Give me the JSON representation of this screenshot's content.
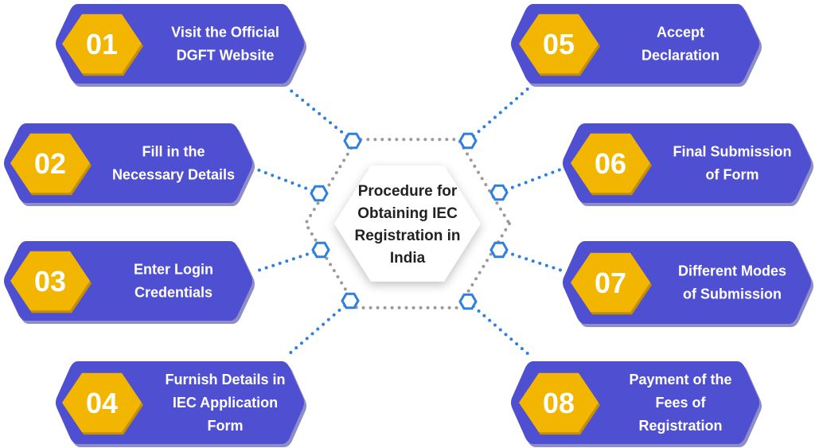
{
  "center": {
    "lines": [
      "Procedure for",
      "Obtaining IEC",
      "Registration in",
      "India"
    ]
  },
  "steps": [
    {
      "num": "01",
      "lines": [
        "Visit the Official",
        "DGFT Website"
      ]
    },
    {
      "num": "02",
      "lines": [
        "Fill in the",
        "Necessary Details"
      ]
    },
    {
      "num": "03",
      "lines": [
        "Enter Login",
        "Credentials"
      ]
    },
    {
      "num": "04",
      "lines": [
        "Furnish Details in",
        "IEC Application",
        "Form"
      ]
    },
    {
      "num": "05",
      "lines": [
        "Accept",
        "Declaration"
      ]
    },
    {
      "num": "06",
      "lines": [
        "Final Submission",
        "of Form"
      ]
    },
    {
      "num": "07",
      "lines": [
        "Different Modes",
        "of Submission"
      ]
    },
    {
      "num": "08",
      "lines": [
        "Payment of the",
        "Fees of",
        "Registration"
      ]
    }
  ],
  "colors": {
    "card": "#4f4fd1",
    "card_shadow": "#2f2f9a",
    "badge": "#f2b600",
    "badge_shadow": "#c48f00",
    "connector": "#2f7fe0",
    "ring": "#9a9a9a"
  }
}
